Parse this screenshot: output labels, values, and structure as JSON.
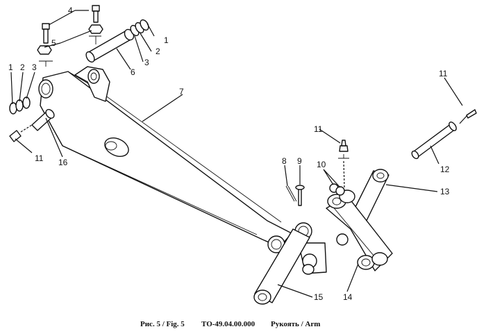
{
  "caption": {
    "figure": "Рис. 5 / Fig. 5",
    "code": "ТО-49.04.00.000",
    "title": "Рукоять / Arm"
  },
  "callouts": {
    "n1a": "1",
    "n2a": "2",
    "n3a": "3",
    "n4": "4",
    "n5": "5",
    "n6": "6",
    "n7": "7",
    "n1b": "1",
    "n2b": "2",
    "n3b": "3",
    "n11a": "11",
    "n16": "16",
    "n8": "8",
    "n9": "9",
    "n10": "10",
    "n11b": "11",
    "n11c": "11",
    "n12": "12",
    "n13": "13",
    "n14": "14",
    "n15": "15"
  }
}
